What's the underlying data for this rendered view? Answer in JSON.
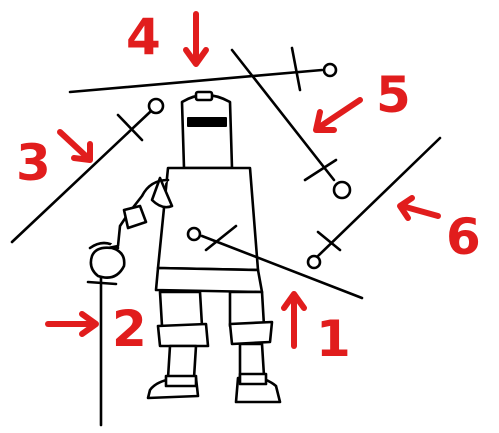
{
  "colors": {
    "ink": "#000000",
    "annotation": "#e11d1d",
    "background": "#ffffff"
  },
  "labels": {
    "one": "1",
    "two": "2",
    "three": "3",
    "four": "4",
    "five": "5",
    "six": "6"
  }
}
